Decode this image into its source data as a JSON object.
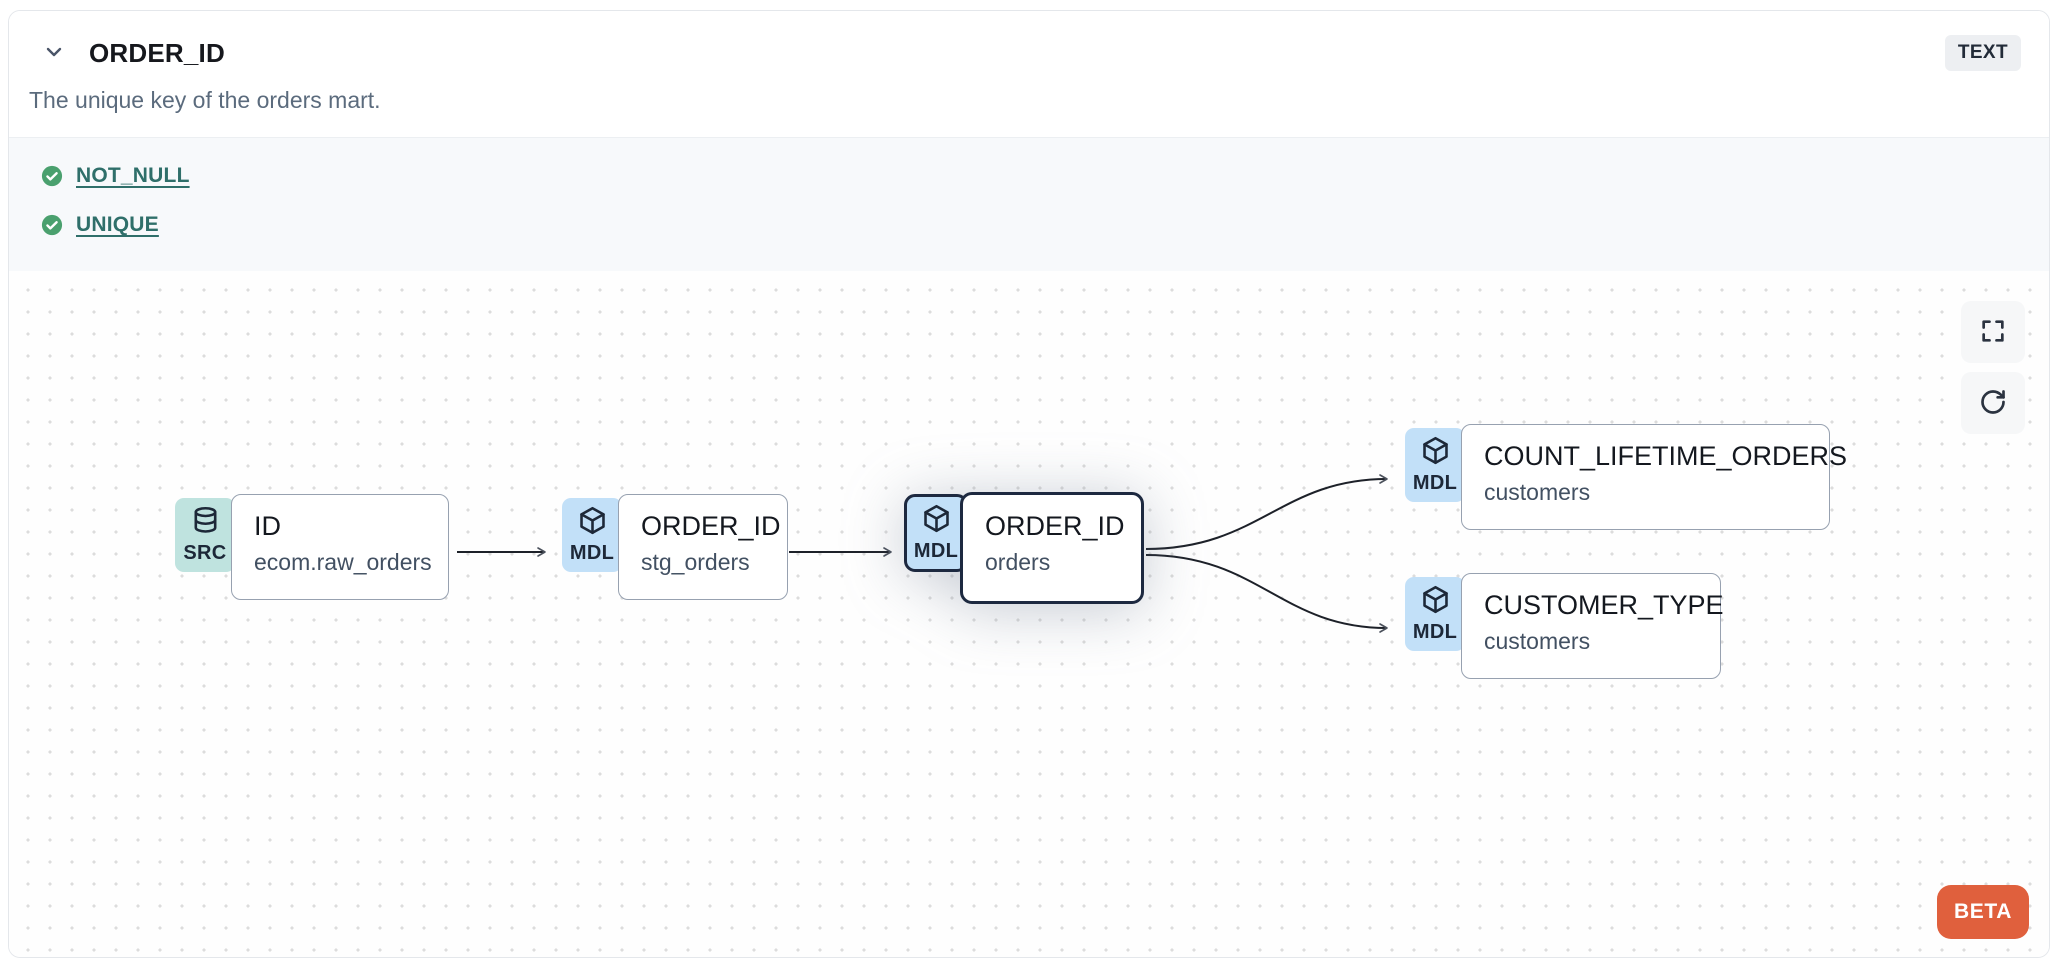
{
  "header": {
    "title": "ORDER_ID",
    "type_badge": "TEXT",
    "description": "The unique key of the orders mart."
  },
  "tests": {
    "items": [
      {
        "label": "NOT_NULL",
        "status": "pass"
      },
      {
        "label": "UNIQUE",
        "status": "pass"
      }
    ]
  },
  "lineage": {
    "nodes": [
      {
        "badge": "SRC",
        "icon": "database-icon",
        "title": "ID",
        "subtitle": "ecom.raw_orders",
        "selected": false
      },
      {
        "badge": "MDL",
        "icon": "cube-icon",
        "title": "ORDER_ID",
        "subtitle": "stg_orders",
        "selected": false
      },
      {
        "badge": "MDL",
        "icon": "cube-icon",
        "title": "ORDER_ID",
        "subtitle": "orders",
        "selected": true
      },
      {
        "badge": "MDL",
        "icon": "cube-icon",
        "title": "COUNT_LIFETIME_ORDERS",
        "subtitle": "customers",
        "selected": false
      },
      {
        "badge": "MDL",
        "icon": "cube-icon",
        "title": "CUSTOMER_TYPE",
        "subtitle": "customers",
        "selected": false
      }
    ],
    "beta_label": "BETA"
  },
  "colors": {
    "accent_orange": "#e0603d",
    "badge_src_bg": "#bfe3df",
    "badge_mdl_bg": "#c2e0f8",
    "test_pass_green": "#4aa06e",
    "link_teal": "#2f6f6a",
    "selected_border": "#1d2940",
    "edge": "#1d2129"
  }
}
